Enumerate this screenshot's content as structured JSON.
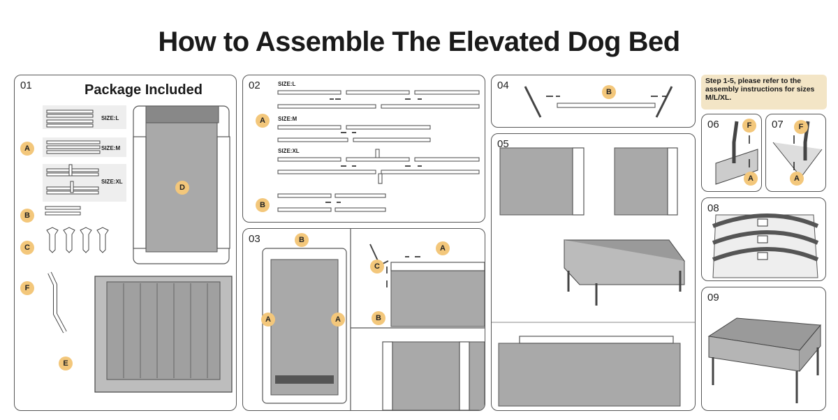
{
  "title": "How to Assemble The Elevated Dog Bed",
  "note": "Step 1-5, please refer to the assembly instructions for sizes M/L/XL.",
  "panels": {
    "p01": {
      "number": "01",
      "heading": "Package Included"
    },
    "p02": {
      "number": "02"
    },
    "p03": {
      "number": "03"
    },
    "p04": {
      "number": "04"
    },
    "p05": {
      "number": "05"
    },
    "p06": {
      "number": "06"
    },
    "p07": {
      "number": "07"
    },
    "p08": {
      "number": "08"
    },
    "p09": {
      "number": "09"
    }
  },
  "sizes": {
    "l": "SIZE:L",
    "m": "SIZE:M",
    "xl": "SIZE:XL"
  },
  "labels": {
    "a": "A",
    "b": "B",
    "c": "C",
    "d": "D",
    "e": "E",
    "f": "F"
  },
  "colors": {
    "badge": "#f3c77b",
    "note_bg": "#f3e5c6",
    "fabric": "#a9a9a9"
  }
}
